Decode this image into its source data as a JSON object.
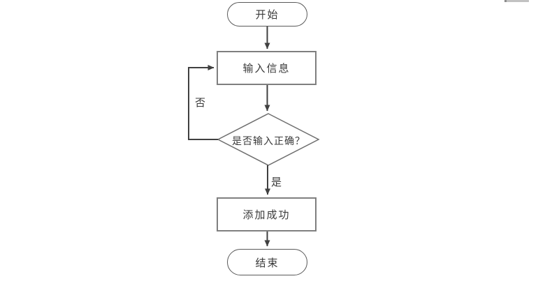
{
  "flowchart": {
    "nodes": {
      "start": {
        "label": "开始",
        "shape": "terminator"
      },
      "input_info": {
        "label": "输入信息",
        "shape": "process"
      },
      "decision": {
        "label": "是否输入正确？",
        "shape": "decision"
      },
      "add_success": {
        "label": "添加成功",
        "shape": "process"
      },
      "end": {
        "label": "结束",
        "shape": "terminator"
      }
    },
    "edge_labels": {
      "yes": "是",
      "no": "否"
    },
    "colors": {
      "arrow": "#404040",
      "process_border": "#7f7f7f",
      "terminator_border": "#595959",
      "decision_border": "#6e6e6e",
      "text": "#3a3a3a",
      "background": "#ffffff"
    }
  }
}
